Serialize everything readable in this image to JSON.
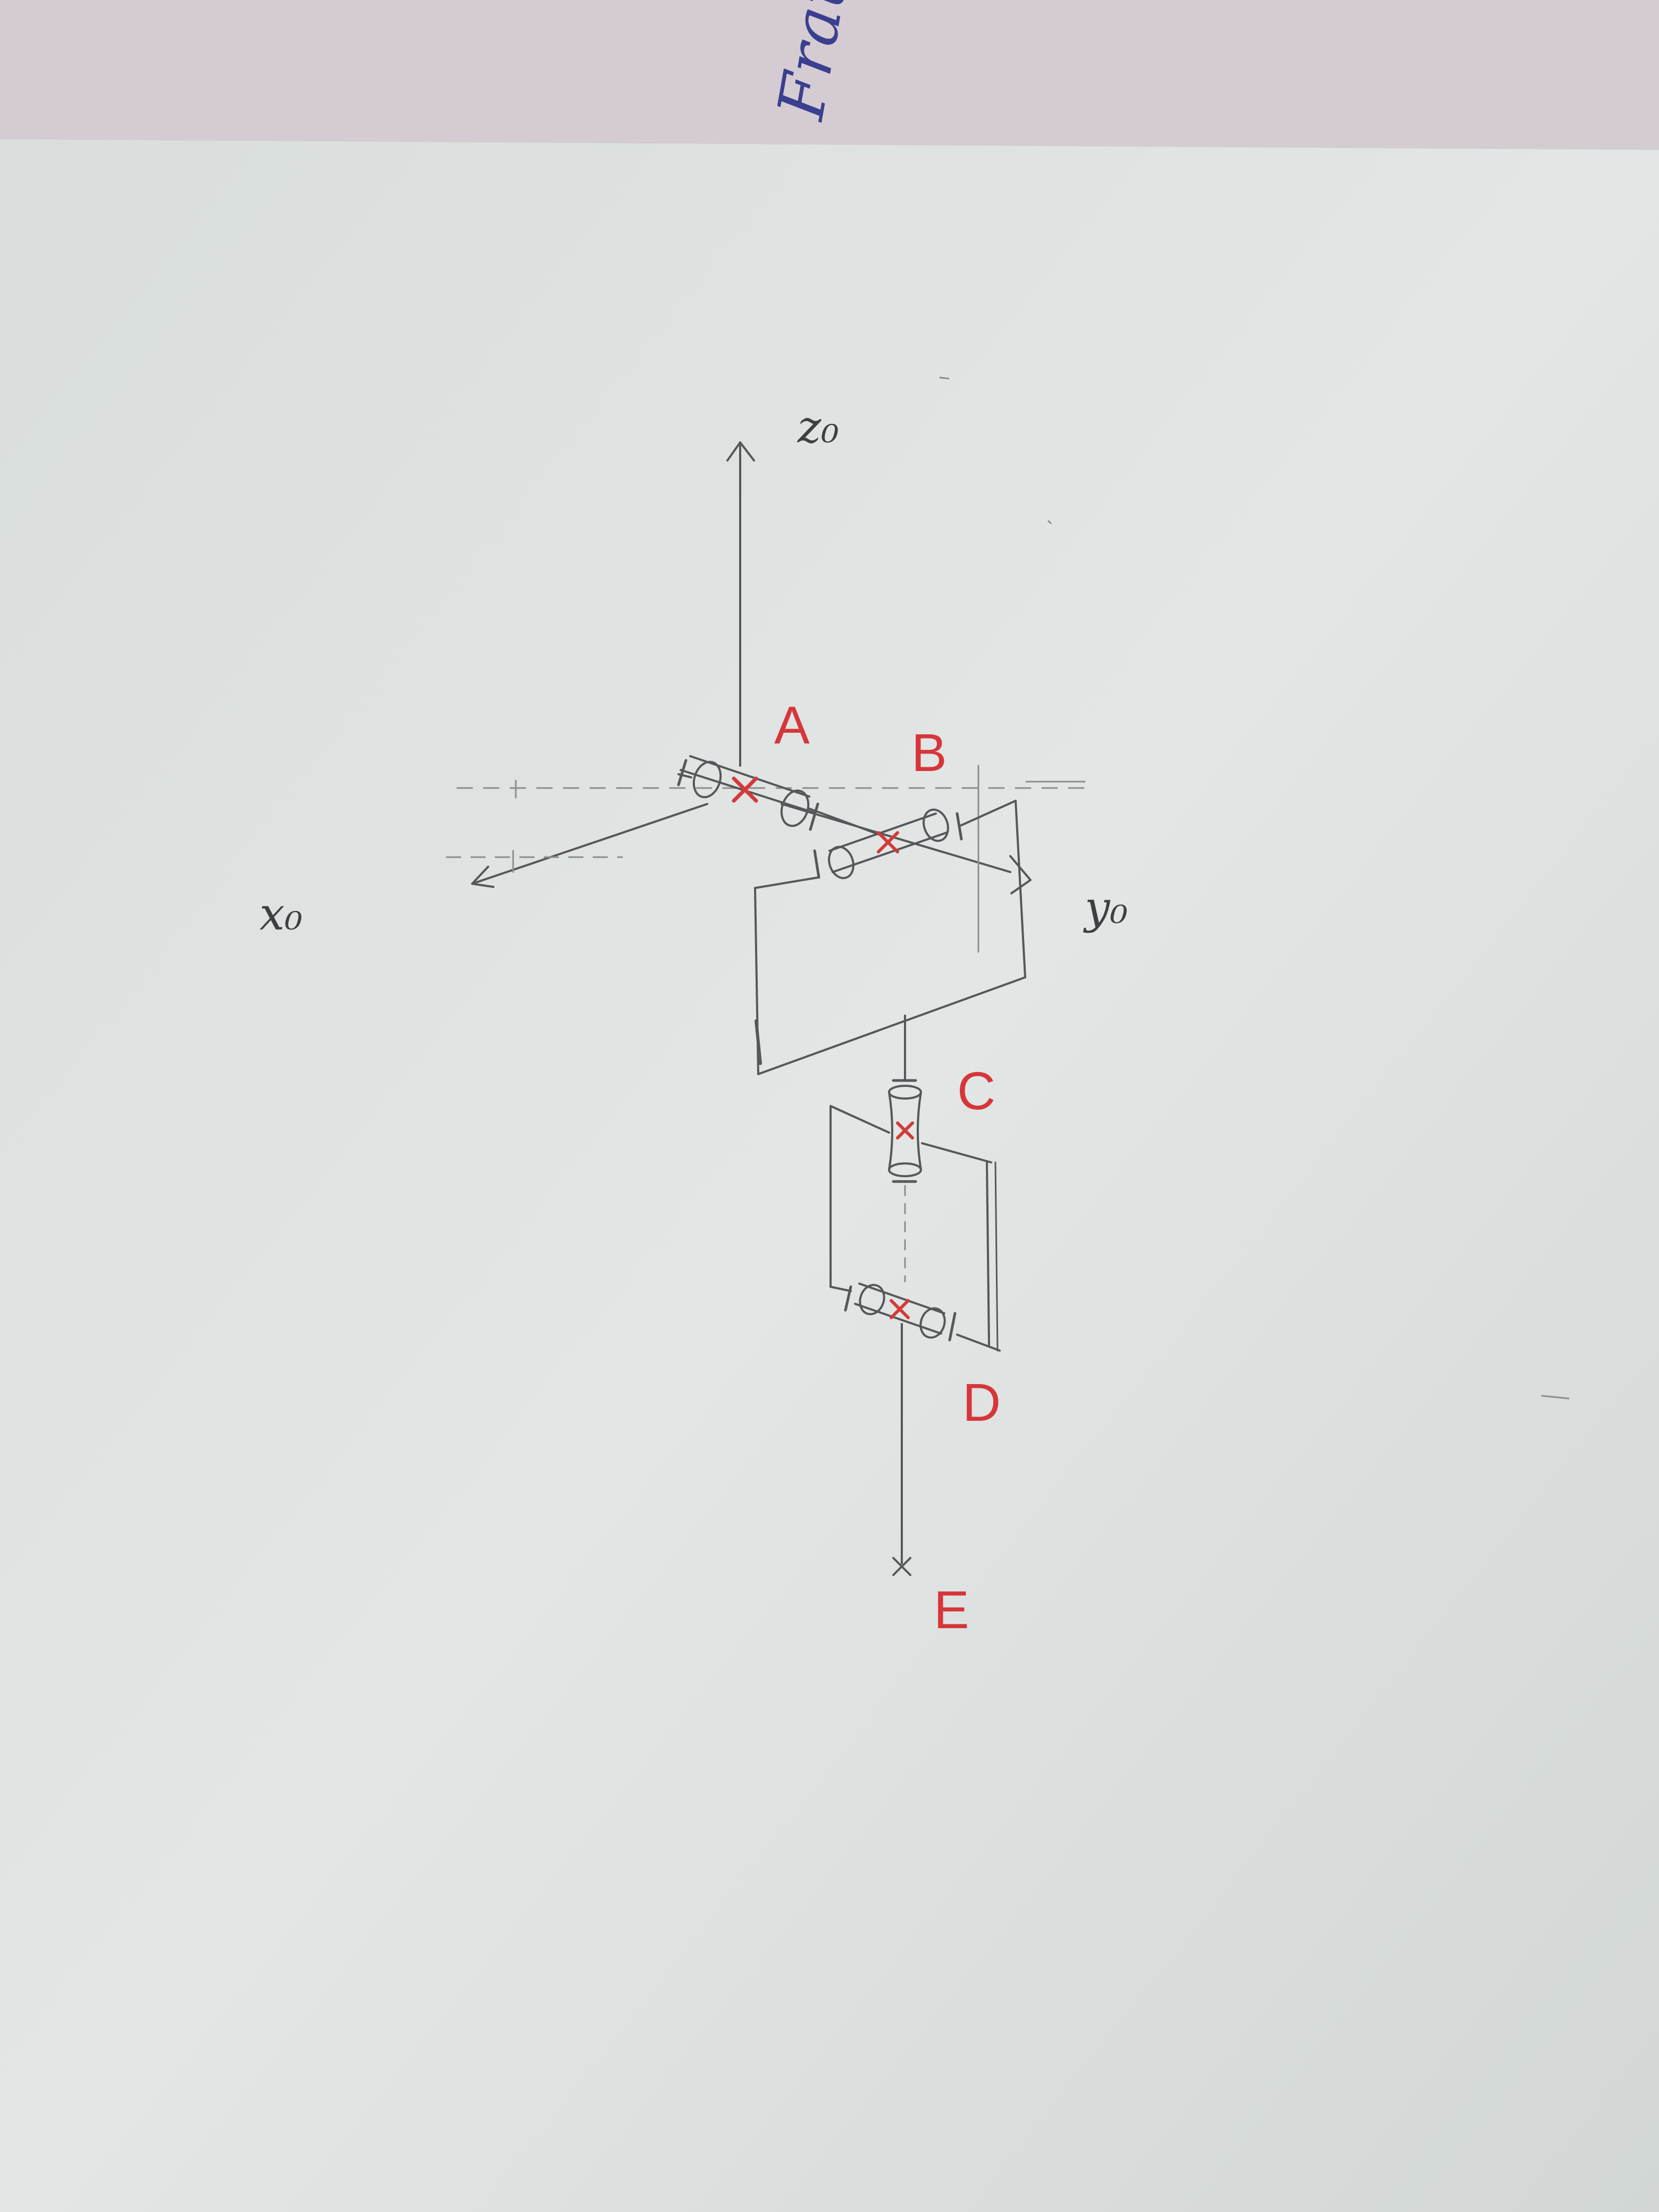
{
  "margin_note": "Frauc",
  "axes": {
    "z": "z₀",
    "x": "x₀",
    "y": "y₀"
  },
  "points": {
    "a": "A",
    "b": "B",
    "c": "C",
    "d": "D",
    "e": "E"
  },
  "colors": {
    "paper": "#dfe3e1",
    "backing_sheet": "#d3ccd1",
    "pencil": "#55585a",
    "red_ink": "#d6353a",
    "blue_ink": "#3a3f8f"
  }
}
